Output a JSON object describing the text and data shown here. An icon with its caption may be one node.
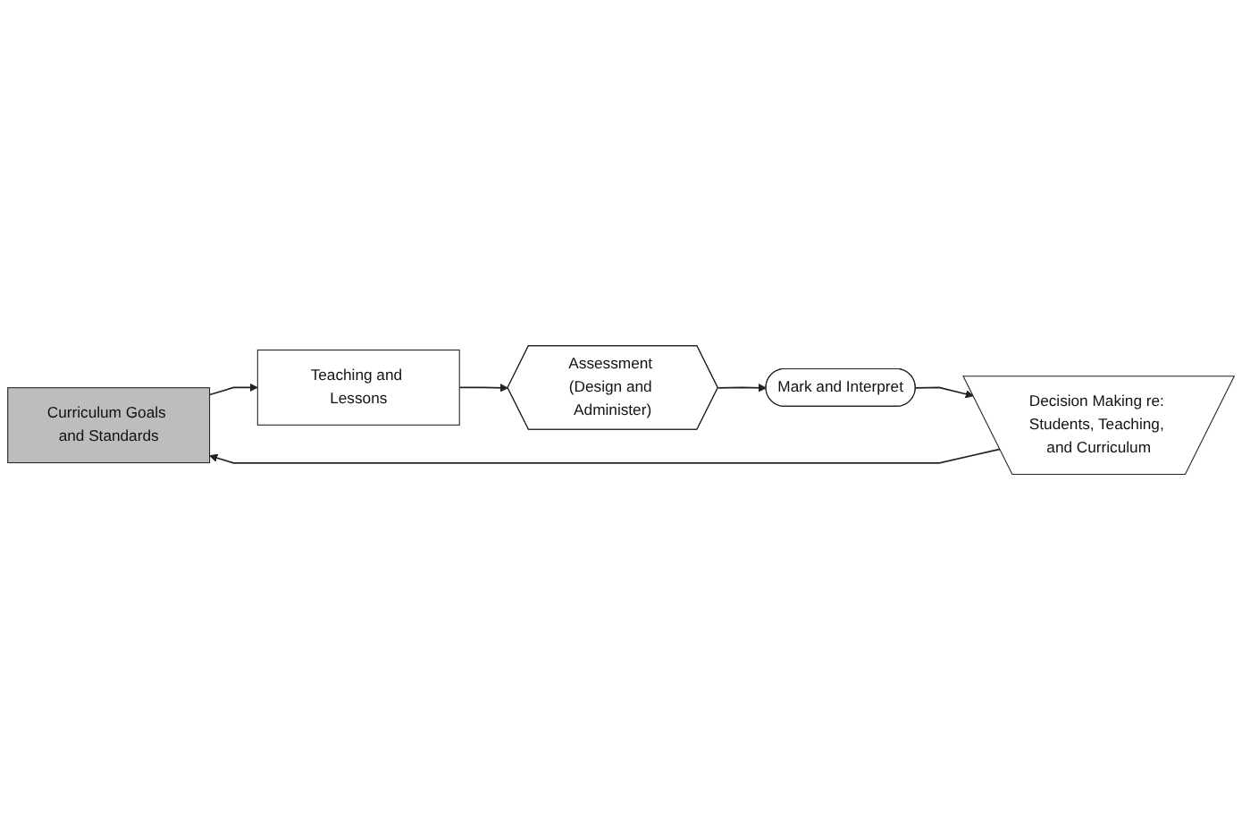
{
  "diagram": {
    "nodes": [
      {
        "text": [
          "Curriculum Goals and Standards"
        ]
      },
      {
        "text": [
          "Teaching and Lessons"
        ]
      },
      {
        "text": [
          "Assessment (Design and Administer)"
        ]
      },
      {
        "text": [
          "Mark and Interpret"
        ]
      },
      {
        "text": [
          "Decision Making re: Students, Teaching, and Curriculum"
        ]
      }
    ],
    "edges": [
      {
        "from": 0,
        "to": 1,
        "arrow": "to"
      },
      {
        "from": 1,
        "to": 2,
        "arrow": "to"
      },
      {
        "from": 2,
        "to": 3,
        "arrow": "to"
      },
      {
        "from": 3,
        "to": 4,
        "arrow": "to"
      },
      {
        "from": 4,
        "to": 0,
        "arrow": "to"
      }
    ]
  }
}
